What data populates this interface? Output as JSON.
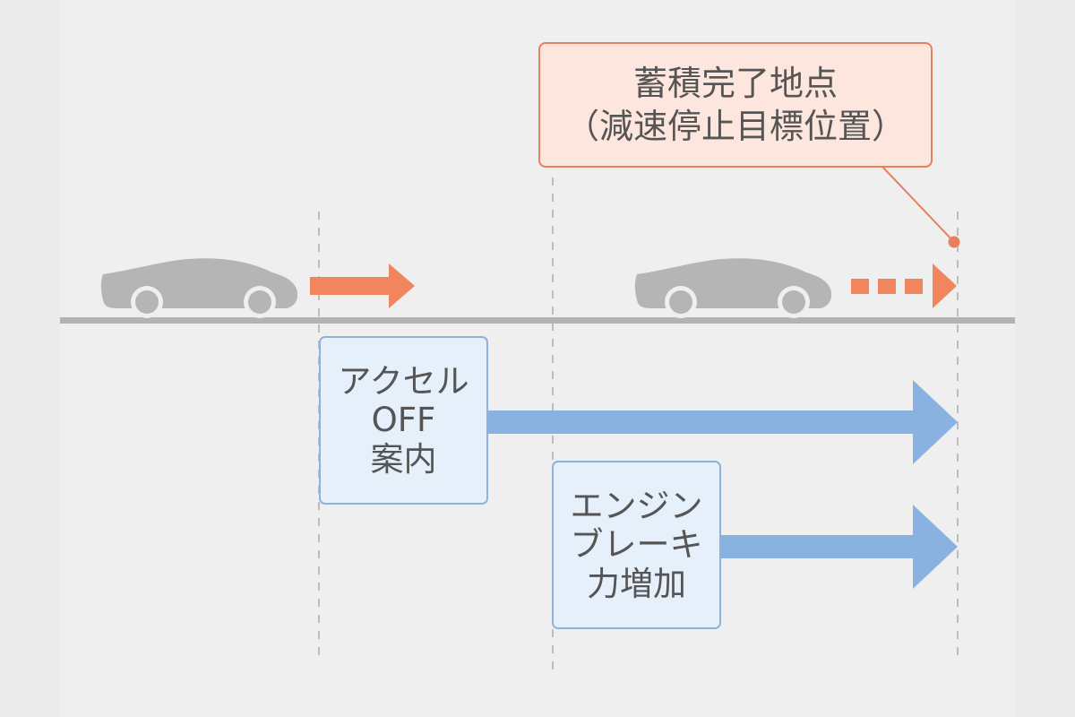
{
  "callout": {
    "line1": "蓄積完了地点",
    "line2": "（減速停止目標位置）"
  },
  "accel_box": {
    "line1": "アクセル",
    "line2": "OFF",
    "line3": "案内"
  },
  "engine_box": {
    "line1": "エンジン",
    "line2": "ブレーキ",
    "line3": "力増加"
  },
  "colors": {
    "background": "#efefef",
    "road": "#b3b3b3",
    "car": "#b5b5b5",
    "orange_arrow": "#f0855e",
    "blue_arrow": "#8ab2e0",
    "callout_fill": "#fde6dd",
    "callout_border": "#e8805f",
    "blue_box_fill": "#e6f0fa",
    "blue_box_border": "#8fb2dd",
    "text": "#555555"
  }
}
